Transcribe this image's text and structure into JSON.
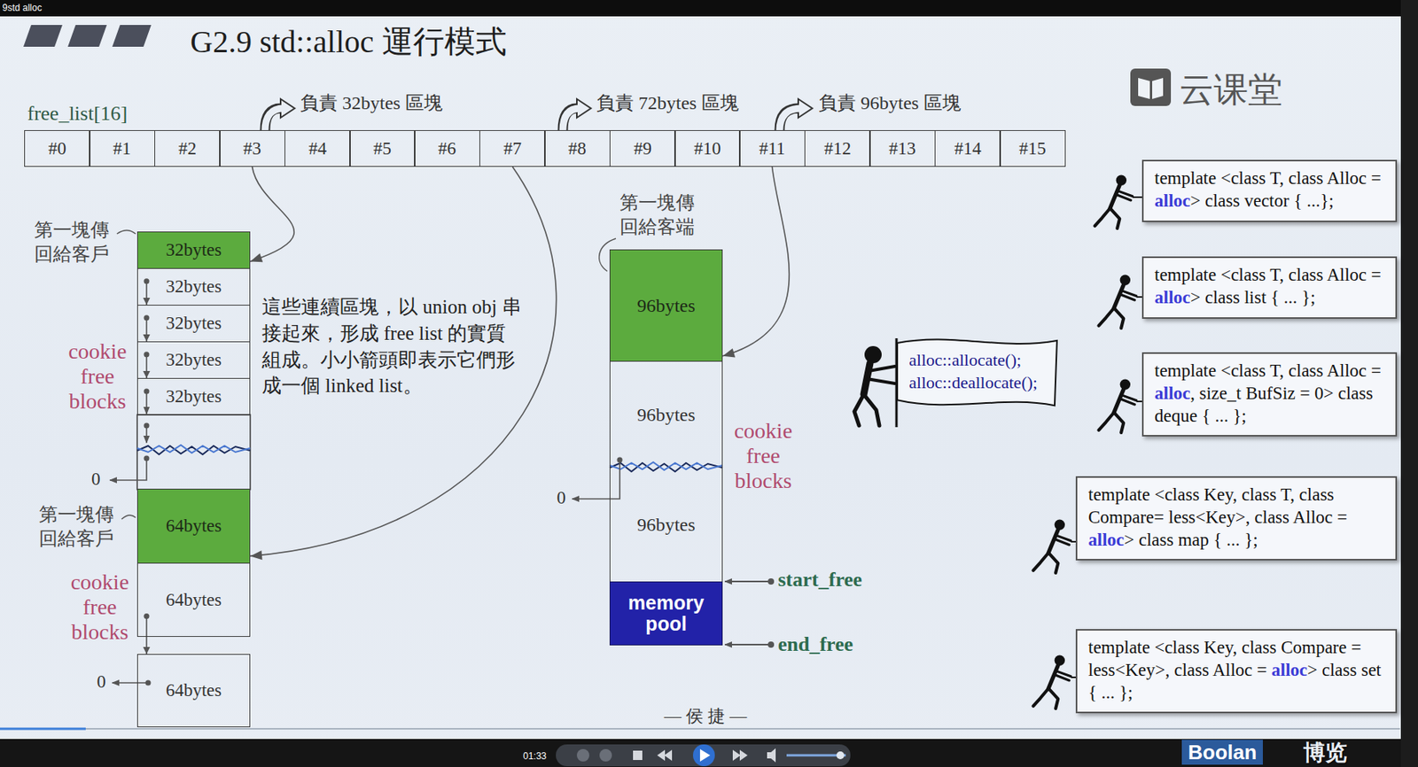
{
  "diagram": {
    "title": "G2.9 std::alloc 運行模式",
    "nodes": [
      {
        "text": [
          "#0"
        ]
      },
      {
        "text": [
          "#1"
        ]
      },
      {
        "text": [
          "#2"
        ]
      },
      {
        "text": [
          "#3"
        ]
      },
      {
        "text": [
          "#4"
        ]
      },
      {
        "text": [
          "#5"
        ]
      },
      {
        "text": [
          "#6"
        ]
      },
      {
        "text": [
          "#7"
        ]
      },
      {
        "text": [
          "#8"
        ]
      },
      {
        "text": [
          "#9"
        ]
      },
      {
        "text": [
          "#10"
        ]
      },
      {
        "text": [
          "#11"
        ]
      },
      {
        "text": [
          "#12"
        ]
      },
      {
        "text": [
          "#13"
        ]
      },
      {
        "text": [
          "#14"
        ]
      },
      {
        "text": [
          "#15"
        ]
      },
      {
        "text": [
          "32bytes"
        ]
      },
      {
        "text": [
          "32bytes"
        ]
      },
      {
        "text": [
          "32bytes"
        ]
      },
      {
        "text": [
          "32bytes"
        ]
      },
      {
        "text": [
          "32bytes"
        ]
      },
      {
        "text": [
          "64bytes"
        ]
      },
      {
        "text": [
          "64bytes"
        ]
      },
      {
        "text": [
          "64bytes"
        ]
      },
      {
        "text": [
          "96bytes"
        ]
      },
      {
        "text": [
          "96bytes"
        ]
      },
      {
        "text": [
          "96bytes"
        ]
      },
      {
        "text": [
          "memory pool"
        ]
      },
      {
        "text": [
          "alloc::allocate();",
          "alloc::deallocate();"
        ]
      },
      {
        "text": [
          "template <class T, class Alloc = alloc> class vector { ...};"
        ]
      },
      {
        "text": [
          "template <class T, class Alloc = alloc> class list { ... };"
        ]
      },
      {
        "text": [
          "template <class T, class Alloc = alloc, size_t BufSiz = 0> class deque { ... };"
        ]
      },
      {
        "text": [
          "template <class Key, class T, class Compare= less<Key>, class Alloc = alloc> class map { ... };"
        ]
      },
      {
        "text": [
          "template <class Key, class Compare = less<Key>, class Alloc = alloc> class set { ... };"
        ]
      }
    ],
    "edges": [
      {
        "from": 3,
        "to": 16,
        "arrow": "to"
      },
      {
        "from": 7,
        "to": 21,
        "arrow": "to"
      },
      {
        "from": 11,
        "to": 24,
        "arrow": "to"
      },
      {
        "from": 17,
        "to": 18,
        "arrow": "to"
      },
      {
        "from": 18,
        "to": 19,
        "arrow": "to"
      },
      {
        "from": 19,
        "to": 20,
        "arrow": "to"
      },
      {
        "from": 22,
        "to": 23,
        "arrow": "to"
      }
    ],
    "labels": [
      "9std alloc",
      "云课堂",
      "free_list[16]",
      "負責 32bytes 區塊",
      "負責 72bytes 區塊",
      "負責 96bytes 區塊",
      "第一塊傳回給客戶",
      "這些連續區塊，以 union obj 串接起來，形成 free list 的實質組成。小小箭頭即表示它們形成一個 linked list。",
      "第一塊傳回給客端",
      "cookie free blocks",
      "cookie free blocks",
      "0",
      "0",
      "start_free",
      "第一塊傳回給客戶",
      "cookie free blocks",
      "end_free",
      "0",
      "—侯捷—",
      "01:33",
      "Boolan",
      "博览"
    ]
  }
}
